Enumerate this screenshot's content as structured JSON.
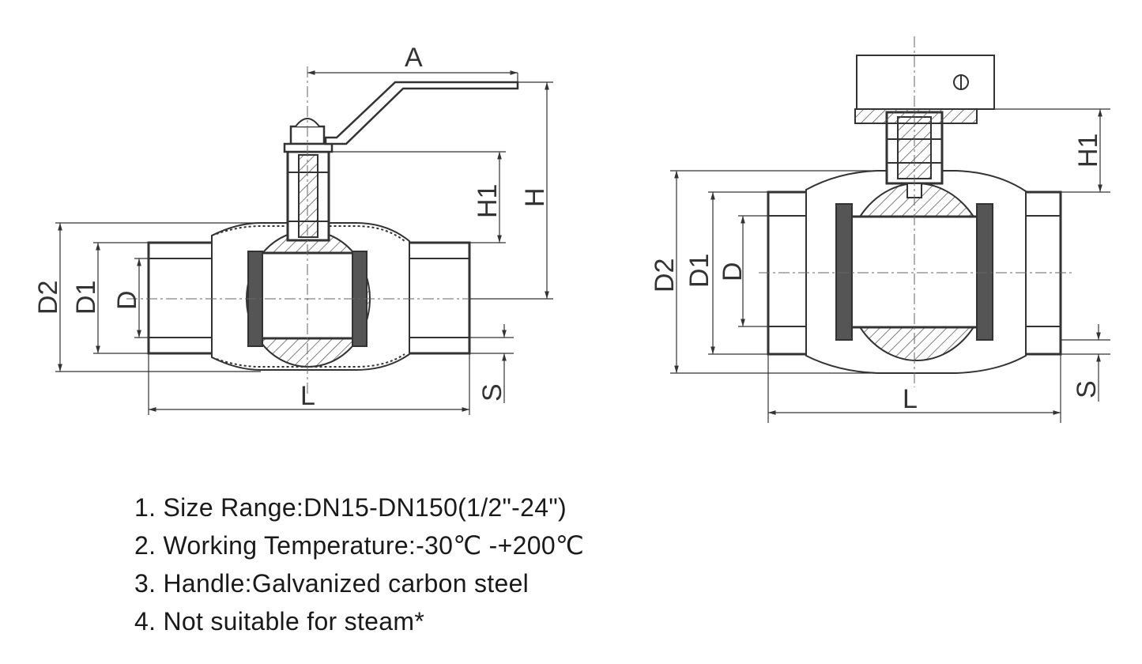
{
  "drawing_left": {
    "dim_A": "A",
    "dim_H": "H",
    "dim_H1": "H1",
    "dim_D2": "D2",
    "dim_D1": "D1",
    "dim_D": "D",
    "dim_L": "L",
    "dim_S": "S"
  },
  "drawing_right": {
    "dim_H1": "H1",
    "dim_D2": "D2",
    "dim_D1": "D1",
    "dim_D": "D",
    "dim_L": "L",
    "dim_S": "S"
  },
  "specs": [
    "1. Size Range:DN15-DN150(1/2\"-24\")",
    "2. Working Temperature:-30℃ -+200℃",
    "3. Handle:Galvanized carbon steel",
    "4. Not suitable for steam*"
  ]
}
